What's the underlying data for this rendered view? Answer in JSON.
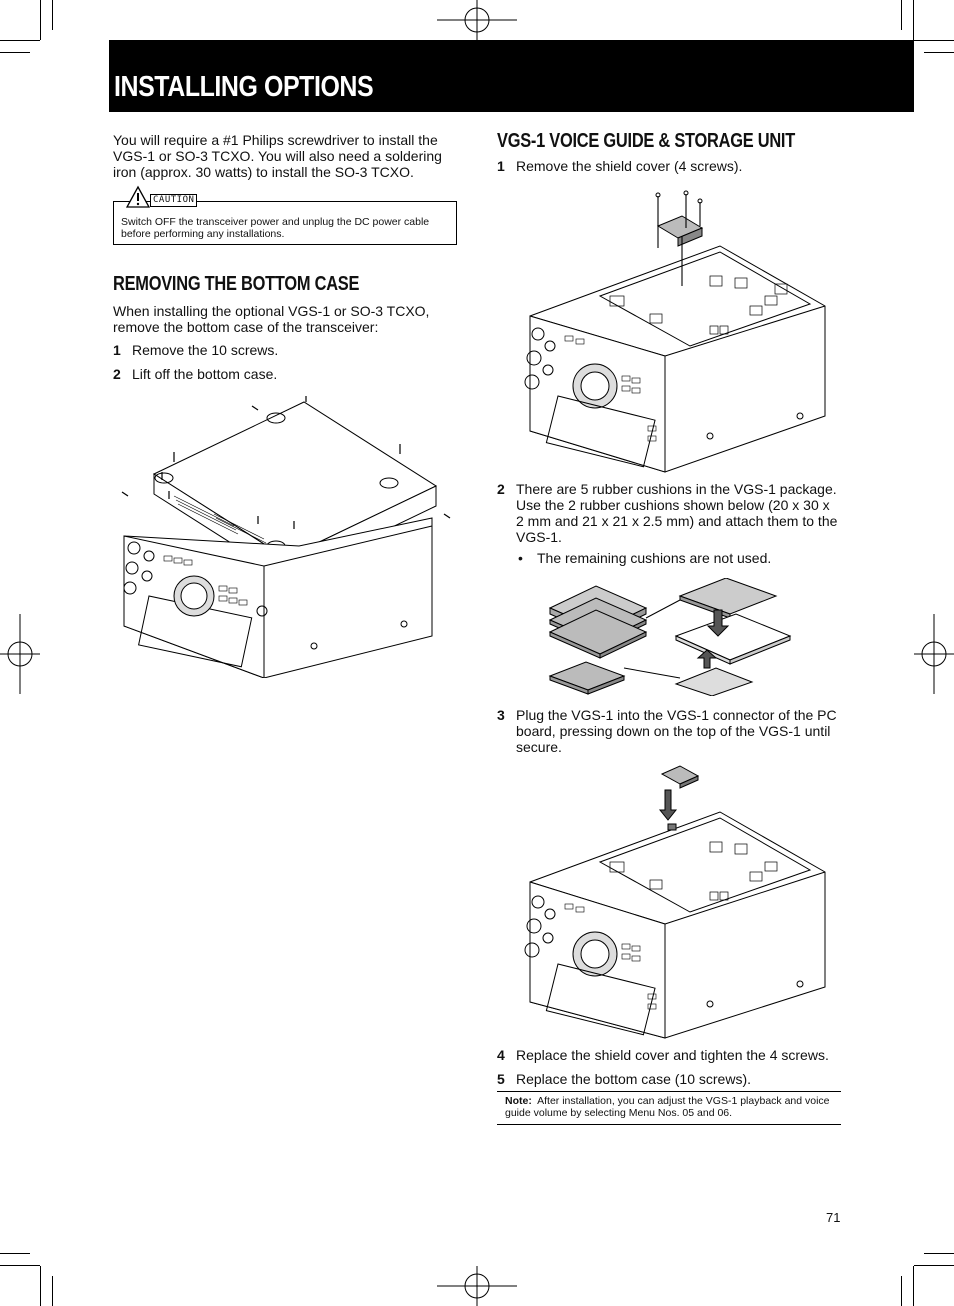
{
  "header": {
    "title": "INSTALLING OPTIONS"
  },
  "left": {
    "intro": "You will require a #1 Philips screwdriver to install the VGS-1 or SO-3 TCXO.  You will also need a soldering iron (approx. 30 watts) to install the SO-3 TCXO.",
    "caution_tag": "CAUTION",
    "caution_text": "Switch OFF the transceiver power and unplug the DC power cable before performing any installations.",
    "section_heading": "REMOVING THE BOTTOM CASE",
    "section_intro": "When installing the optional VGS-1 or SO-3 TCXO, remove the bottom case of the transceiver:",
    "steps": [
      {
        "num": "1",
        "text": "Remove the 10 screws."
      },
      {
        "num": "2",
        "text": "Lift off the bottom case."
      }
    ]
  },
  "right": {
    "section_heading": "VGS-1 VOICE GUIDE & STORAGE UNIT",
    "steps": [
      {
        "num": "1",
        "text": "Remove the shield cover (4 screws)."
      },
      {
        "num": "2",
        "text": "There are 5 rubber cushions in the VGS-1 package.  Use the 2 rubber cushions shown below (20 x 30 x 2 mm and 21 x 21 x 2.5 mm) and attach them to the VGS-1."
      },
      {
        "num": "3",
        "text": "Plug the VGS-1 into the VGS-1 connector of the PC board, pressing down on the top of the VGS-1 until secure."
      },
      {
        "num": "4",
        "text": "Replace the shield cover and tighten the 4 screws."
      },
      {
        "num": "5",
        "text": "Replace the bottom case (10 screws)."
      }
    ],
    "bullet": "The remaining cushions are not used.",
    "note_label": "Note:",
    "note_text": "After installation, you can adjust the VGS-1 playback and voice guide volume by selecting Menu Nos. 05 and 06."
  },
  "footer": {
    "page_number": "71"
  }
}
